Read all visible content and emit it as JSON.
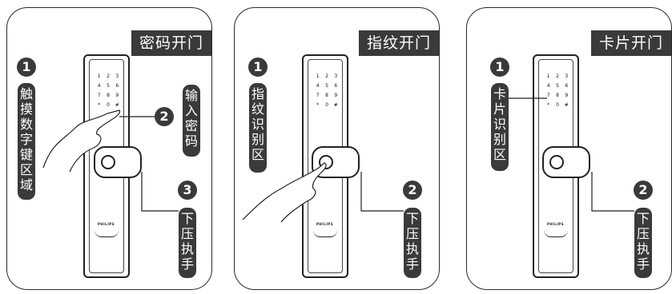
{
  "brand": "PHILIPS",
  "keypad_keys": [
    "1",
    "2",
    "3",
    "4",
    "5",
    "6",
    "7",
    "8",
    "9",
    "*",
    "0",
    "#"
  ],
  "panels": [
    {
      "title": "密码开门",
      "steps": [
        {
          "num": "1",
          "label": "触摸数字键区域"
        },
        {
          "num": "2",
          "label": "输入密码"
        },
        {
          "num": "3",
          "label": "下压执手"
        }
      ]
    },
    {
      "title": "指纹开门",
      "steps": [
        {
          "num": "1",
          "label": "指纹识别区"
        },
        {
          "num": "2",
          "label": "下压执手"
        }
      ]
    },
    {
      "title": "卡片开门",
      "steps": [
        {
          "num": "1",
          "label": "卡片识别区"
        },
        {
          "num": "2",
          "label": "下压执手"
        }
      ]
    }
  ]
}
